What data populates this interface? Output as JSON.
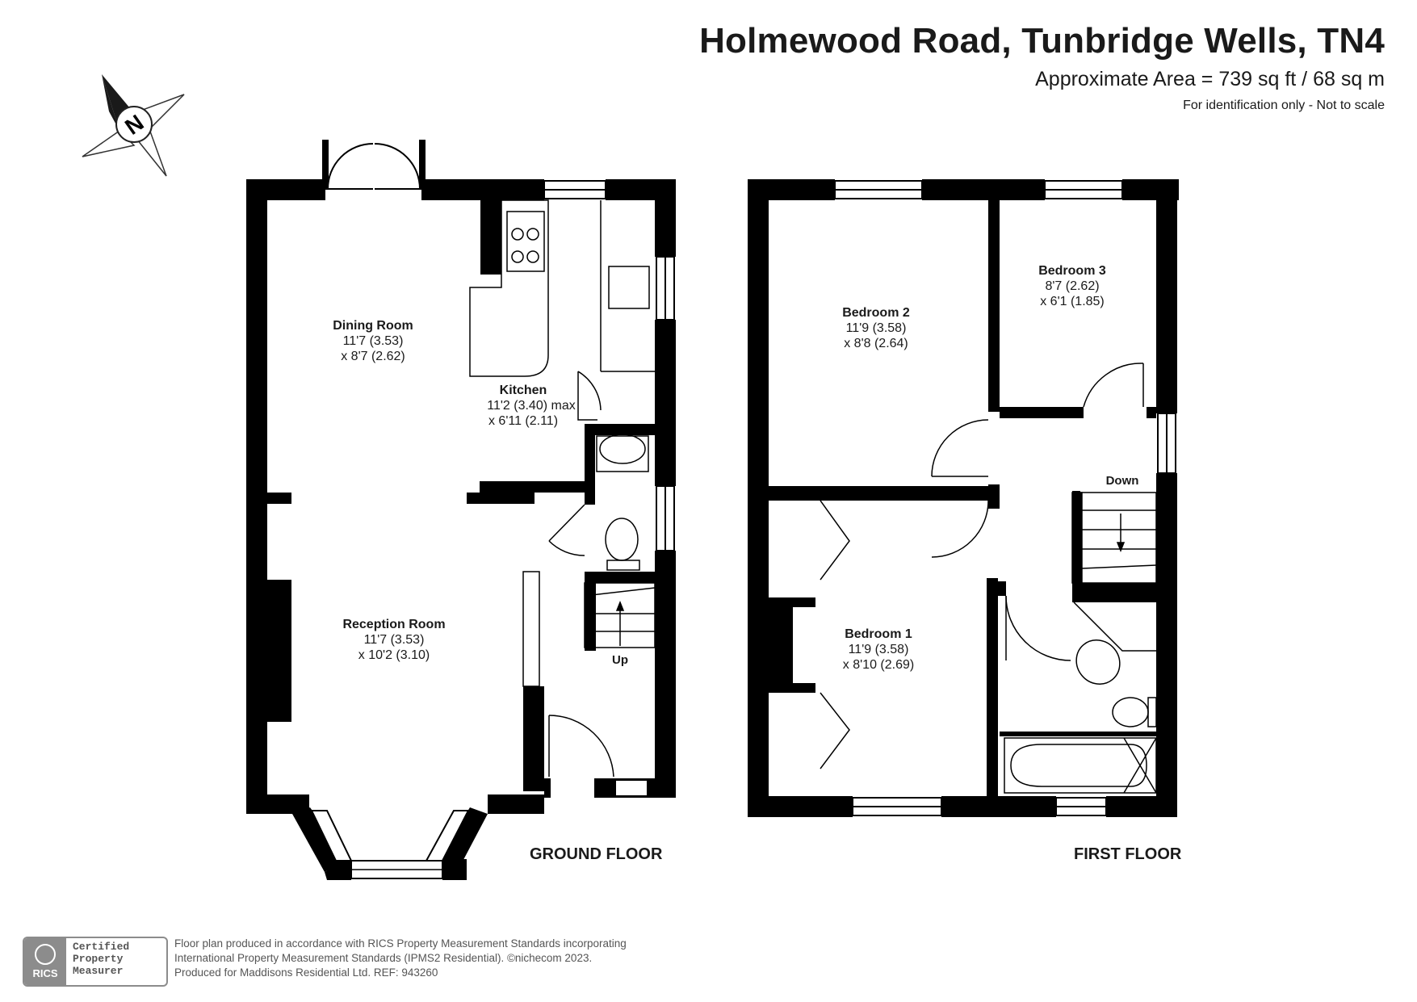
{
  "header": {
    "title": "Holmewood Road, Tunbridge Wells, TN4",
    "area": "Approximate Area = 739 sq ft / 68 sq m",
    "note": "For identification only - Not to scale"
  },
  "compass": {
    "letter": "N"
  },
  "ground_floor": {
    "label": "GROUND FLOOR",
    "stair_label": "Up",
    "rooms": {
      "dining": {
        "name": "Dining Room",
        "dim1": "11'7 (3.53)",
        "dim2": "x 8'7 (2.62)"
      },
      "kitchen": {
        "name": "Kitchen",
        "dim1": "11'2 (3.40) max",
        "dim2": "x 6'11 (2.11)"
      },
      "reception": {
        "name": "Reception Room",
        "dim1": "11'7 (3.53)",
        "dim2": "x 10'2 (3.10)"
      }
    }
  },
  "first_floor": {
    "label": "FIRST FLOOR",
    "stair_label": "Down",
    "rooms": {
      "bedroom2": {
        "name": "Bedroom 2",
        "dim1": "11'9 (3.58)",
        "dim2": "x 8'8 (2.64)"
      },
      "bedroom3": {
        "name": "Bedroom 3",
        "dim1": "8'7 (2.62)",
        "dim2": "x 6'1 (1.85)"
      },
      "bedroom1": {
        "name": "Bedroom 1",
        "dim1": "11'9 (3.58)",
        "dim2": "x 8'10 (2.69)"
      }
    }
  },
  "badge": {
    "org": "RICS",
    "line1": "Certified",
    "line2": "Property",
    "line3": "Measurer"
  },
  "footer": {
    "line1": "Floor plan produced in accordance with RICS Property Measurement Standards incorporating",
    "line2": "International Property Measurement Standards (IPMS2 Residential).  ©nichecom 2023.",
    "line3": "Produced for Maddisons Residential Ltd.   REF:  943260"
  },
  "colors": {
    "wall": "#000000",
    "badge": "#8c8c8c",
    "text": "#1a1a1a"
  }
}
